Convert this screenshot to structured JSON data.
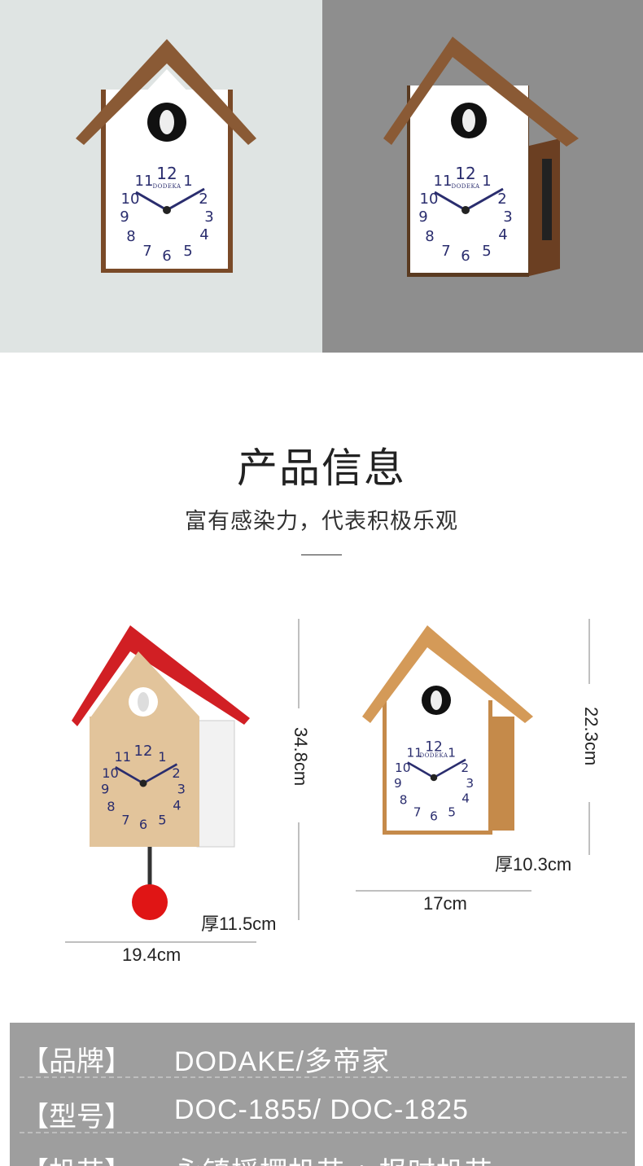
{
  "clock_brand": "DODEKA",
  "section": {
    "title": "产品信息",
    "subtitle": "富有感染力，代表积极乐观"
  },
  "dimensions": {
    "red_clock": {
      "height": "34.8cm",
      "depth": "厚11.5cm",
      "width": "19.4cm"
    },
    "wood_clock": {
      "height": "22.3cm",
      "depth": "厚10.3cm",
      "width": "17cm"
    }
  },
  "specs": [
    {
      "key": "【品牌】",
      "value": "DODAKE/多帝家"
    },
    {
      "key": "【型号】",
      "value": "DOC-1855/ DOC-1825"
    },
    {
      "key": "【机芯】",
      "value": "永镇摇摆机芯 + 报时机芯"
    }
  ],
  "colors": {
    "left_bg": "#dfe4e3",
    "right_bg": "#8e8e8e",
    "table_bg": "#9e9e9e",
    "wood": "#8a5a35",
    "red": "#d11f24"
  }
}
